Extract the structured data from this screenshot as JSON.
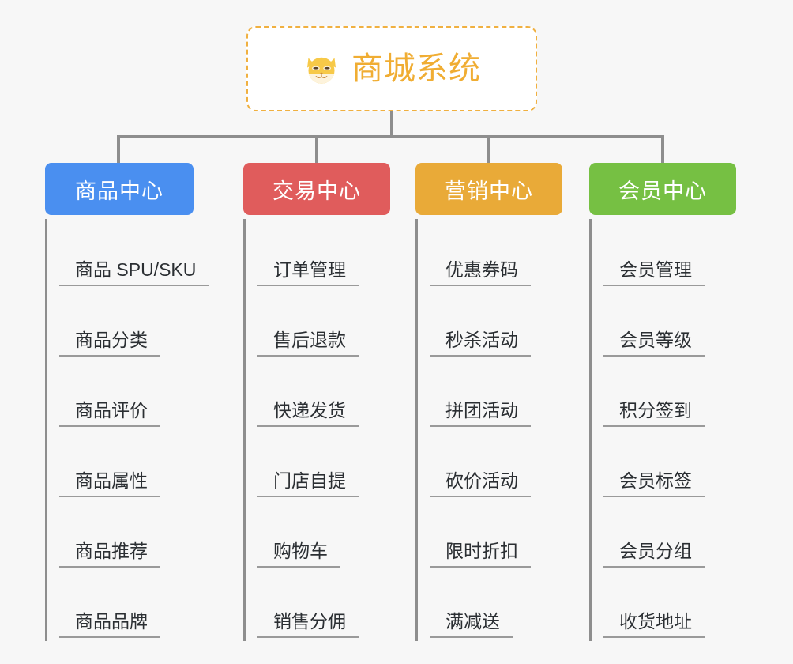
{
  "background_color": "#f7f7f7",
  "root": {
    "title": "商城系统",
    "icon": "shiba-dog-icon",
    "text_color": "#f0ad33",
    "border_color": "#f0b040"
  },
  "branches": [
    {
      "label": "商品中心",
      "color": "#4a8ff0",
      "items": [
        "商品 SPU/SKU",
        "商品分类",
        "商品评价",
        "商品属性",
        "商品推荐",
        "商品品牌"
      ]
    },
    {
      "label": "交易中心",
      "color": "#e05c5c",
      "items": [
        "订单管理",
        "售后退款",
        "快递发货",
        "门店自提",
        "购物车",
        "销售分佣"
      ]
    },
    {
      "label": "营销中心",
      "color": "#e9aa38",
      "items": [
        "优惠券码",
        "秒杀活动",
        "拼团活动",
        "砍价活动",
        "限时折扣",
        "满减送"
      ]
    },
    {
      "label": "会员中心",
      "color": "#76c043",
      "items": [
        "会员管理",
        "会员等级",
        "积分签到",
        "会员标签",
        "会员分组",
        "收货地址"
      ]
    }
  ]
}
